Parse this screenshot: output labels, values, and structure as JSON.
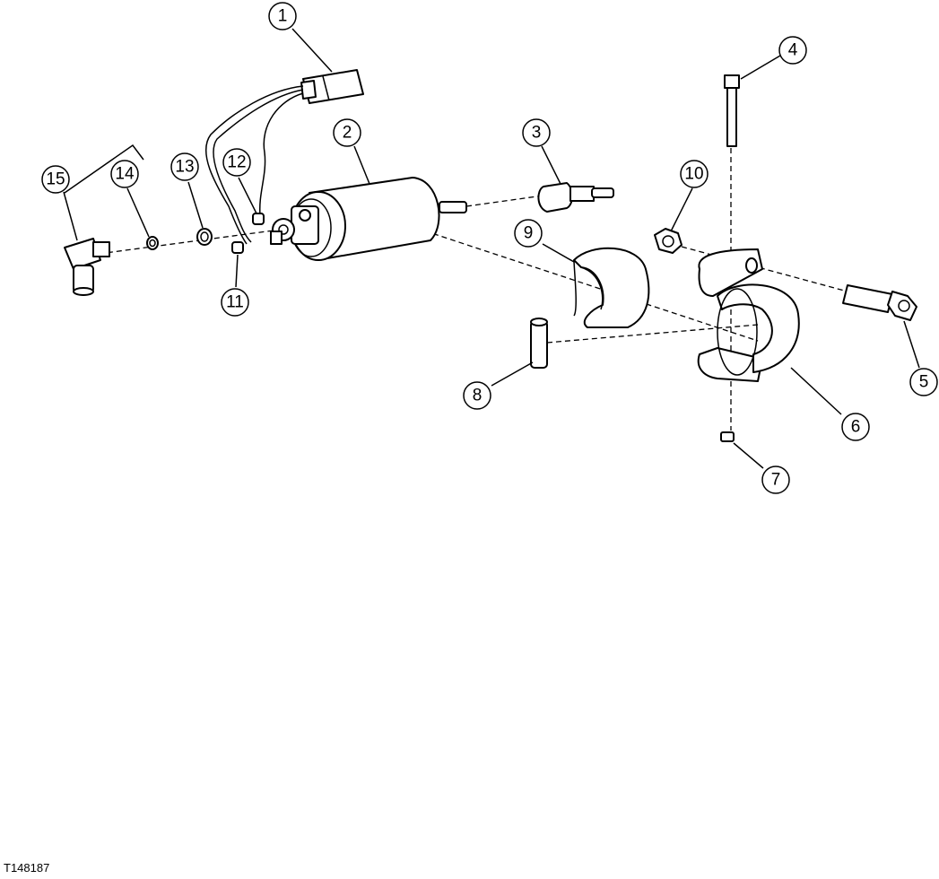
{
  "figure_id": "T148187",
  "callouts": [
    "1",
    "2",
    "3",
    "4",
    "5",
    "6",
    "7",
    "8",
    "9",
    "10",
    "11",
    "12",
    "13",
    "14",
    "15"
  ]
}
